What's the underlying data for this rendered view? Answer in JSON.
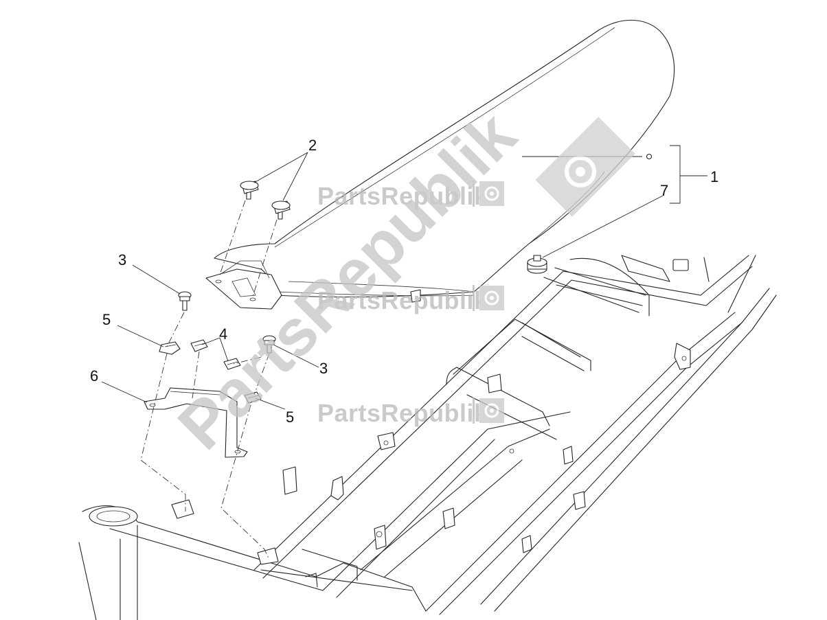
{
  "diagram": {
    "callouts": [
      {
        "id": "c1",
        "label": "1"
      },
      {
        "id": "c2",
        "label": "2"
      },
      {
        "id": "c3a",
        "label": "3"
      },
      {
        "id": "c3b",
        "label": "3"
      },
      {
        "id": "c4",
        "label": "4"
      },
      {
        "id": "c5a",
        "label": "5"
      },
      {
        "id": "c5b",
        "label": "5"
      },
      {
        "id": "c6",
        "label": "6"
      },
      {
        "id": "c7",
        "label": "7"
      }
    ]
  },
  "watermark": {
    "small_text": "PartsRepublik",
    "big_text": "PartsRepublik",
    "icon": "gear-icon",
    "color": "#bdbdbd"
  }
}
